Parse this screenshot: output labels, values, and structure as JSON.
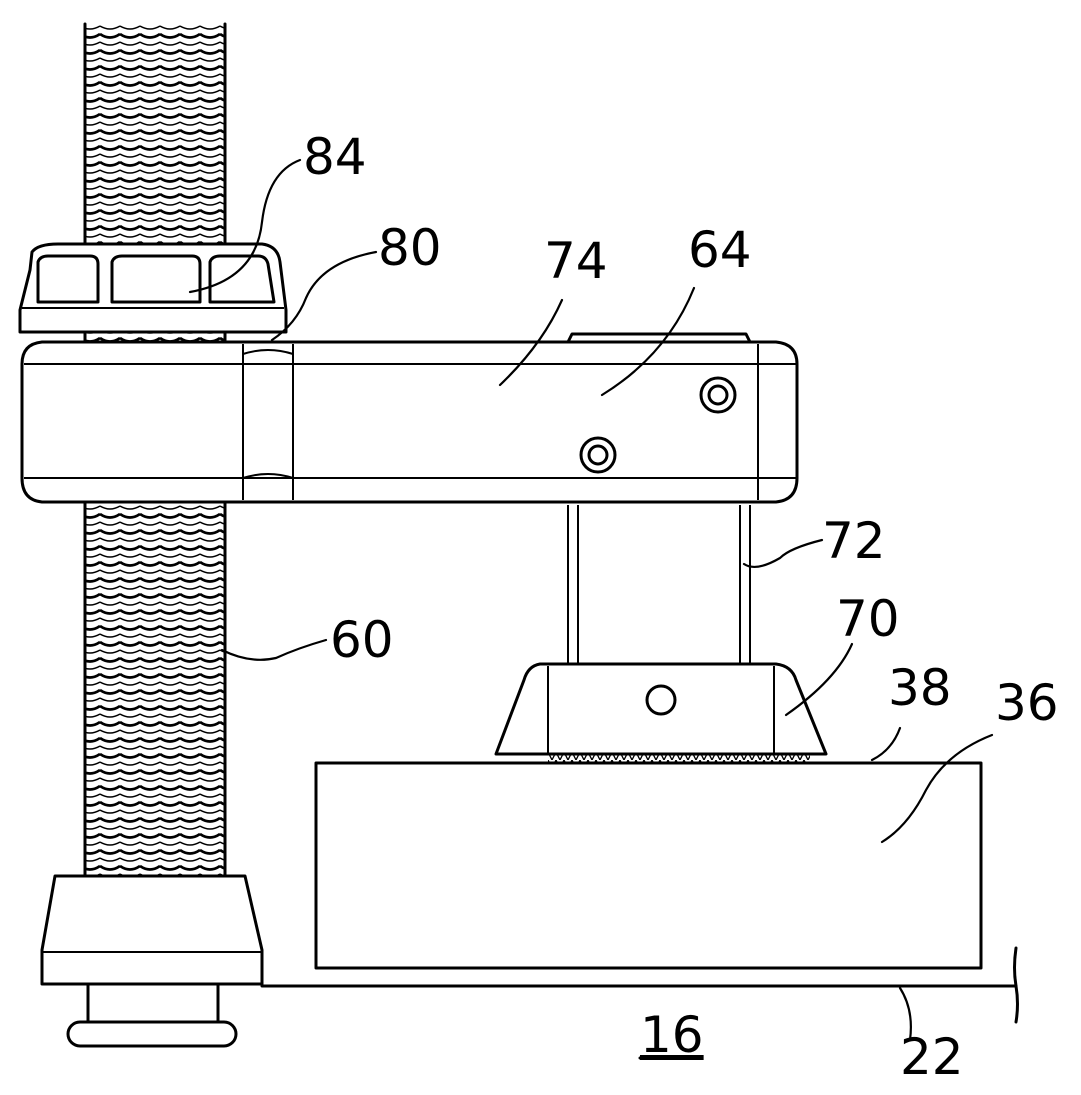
{
  "labels": {
    "l84": "84",
    "l80": "80",
    "l74": "74",
    "l64": "64",
    "l72": "72",
    "l70": "70",
    "l60": "60",
    "l38": "38",
    "l36": "36",
    "l16": "16",
    "l22": "22"
  }
}
